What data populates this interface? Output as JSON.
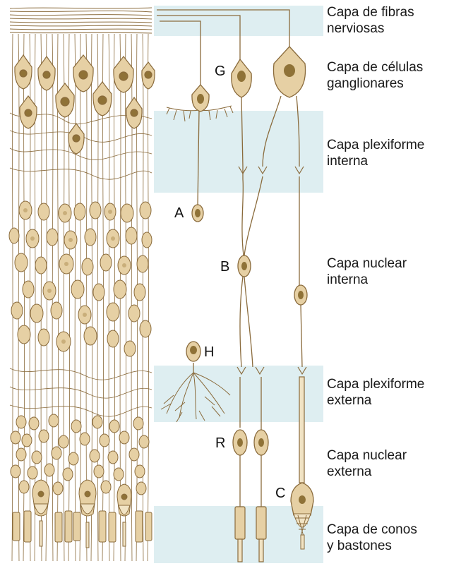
{
  "layers": [
    {
      "label": "Capa de fibras\nnerviosas"
    },
    {
      "label": "Capa de células\nganglionares"
    },
    {
      "label": "Capa plexiforme\ninterna"
    },
    {
      "label": "Capa nuclear\ninterna"
    },
    {
      "label": "Capa plexiforme\nexterna"
    },
    {
      "label": "Capa nuclear\nexterna"
    },
    {
      "label": "Capa de conos\ny bastones"
    }
  ],
  "cells": {
    "G": "G",
    "A": "A",
    "B": "B",
    "H": "H",
    "R": "R",
    "C": "C"
  },
  "colors": {
    "band": "#deeef1",
    "cell_fill": "#e6d0a4",
    "cell_stroke": "#8a6b3c",
    "nucleus": "#8f7237",
    "fiber": "#8a6b3c"
  }
}
